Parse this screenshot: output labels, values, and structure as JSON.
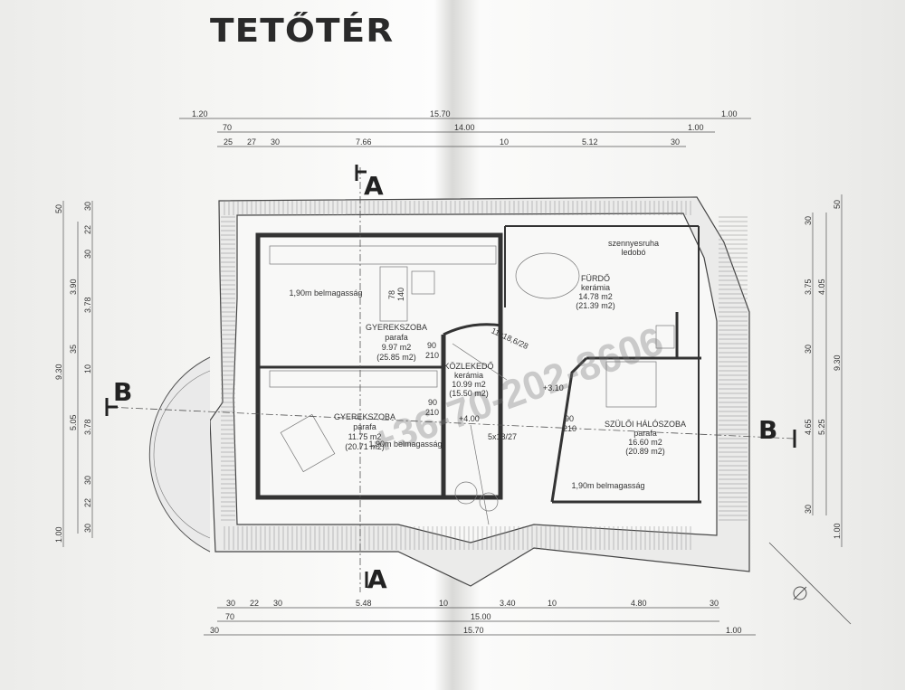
{
  "title": "TETŐTÉR",
  "watermark": "+36-70-202-8606",
  "dimensions": {
    "top_row1": [
      "1.20",
      "15.70",
      "1.00"
    ],
    "top_row2": [
      "70",
      "14.00",
      "1.00"
    ],
    "top_row3": [
      "25",
      "27",
      "30",
      "7.66",
      "10",
      "5.12",
      "30"
    ],
    "bottom_row1": [
      "30",
      "22",
      "30",
      "5.48",
      "10",
      "3.40",
      "10",
      "4.80",
      "30"
    ],
    "bottom_row2": [
      "70",
      "15.00"
    ],
    "bottom_row3": [
      "30",
      "15.70",
      "1.00"
    ],
    "left_outer": [
      "50",
      "9.30",
      "1.00"
    ],
    "left_middle": [
      "3.90",
      "35",
      "5.05"
    ],
    "left_inner": [
      "30",
      "22",
      "30",
      "3.78",
      "10",
      "3.78",
      "30",
      "22",
      "30"
    ],
    "right_inner": [
      "30",
      "3.75",
      "30",
      "4.65",
      "30"
    ],
    "right_middle": [
      "4.05",
      "5.25"
    ],
    "right_outer": [
      "50",
      "9.30",
      "1.00"
    ]
  },
  "sections": {
    "a_top": "A",
    "a_bottom": "A",
    "b_left": "B",
    "b_right": "B"
  },
  "rooms": [
    {
      "name": "GYEREKSZOBA",
      "floor": "parafa",
      "area": "9.97 m2",
      "gross": "(25.85 m2)"
    },
    {
      "name": "GYEREKSZOBA",
      "floor": "parafa",
      "area": "11.75 m2",
      "gross": "(20.71 m2)"
    },
    {
      "name": "FÜRDŐ",
      "floor": "kerámia",
      "area": "14.78 m2",
      "gross": "(21.39 m2)"
    },
    {
      "name": "KÖZLEKEDŐ",
      "floor": "kerámia",
      "area": "10.99 m2",
      "gross": "(15.50 m2)"
    },
    {
      "name": "SZÜLŐI HÁLÓSZOBA",
      "floor": "parafa",
      "area": "16.60 m2",
      "gross": "(20.89 m2)"
    }
  ],
  "notes": {
    "headroom": "1,90m belmagasság",
    "laundry_1": "szennyesruha",
    "laundry_2": "ledobó",
    "stairs_upper": "11x18,6/28",
    "stairs_lower": "5x18/27",
    "level_upper": "+3.10",
    "level_lower": "+4.00",
    "door_w": "90",
    "door_h": "210",
    "window_w": "78",
    "window_h": "140"
  }
}
